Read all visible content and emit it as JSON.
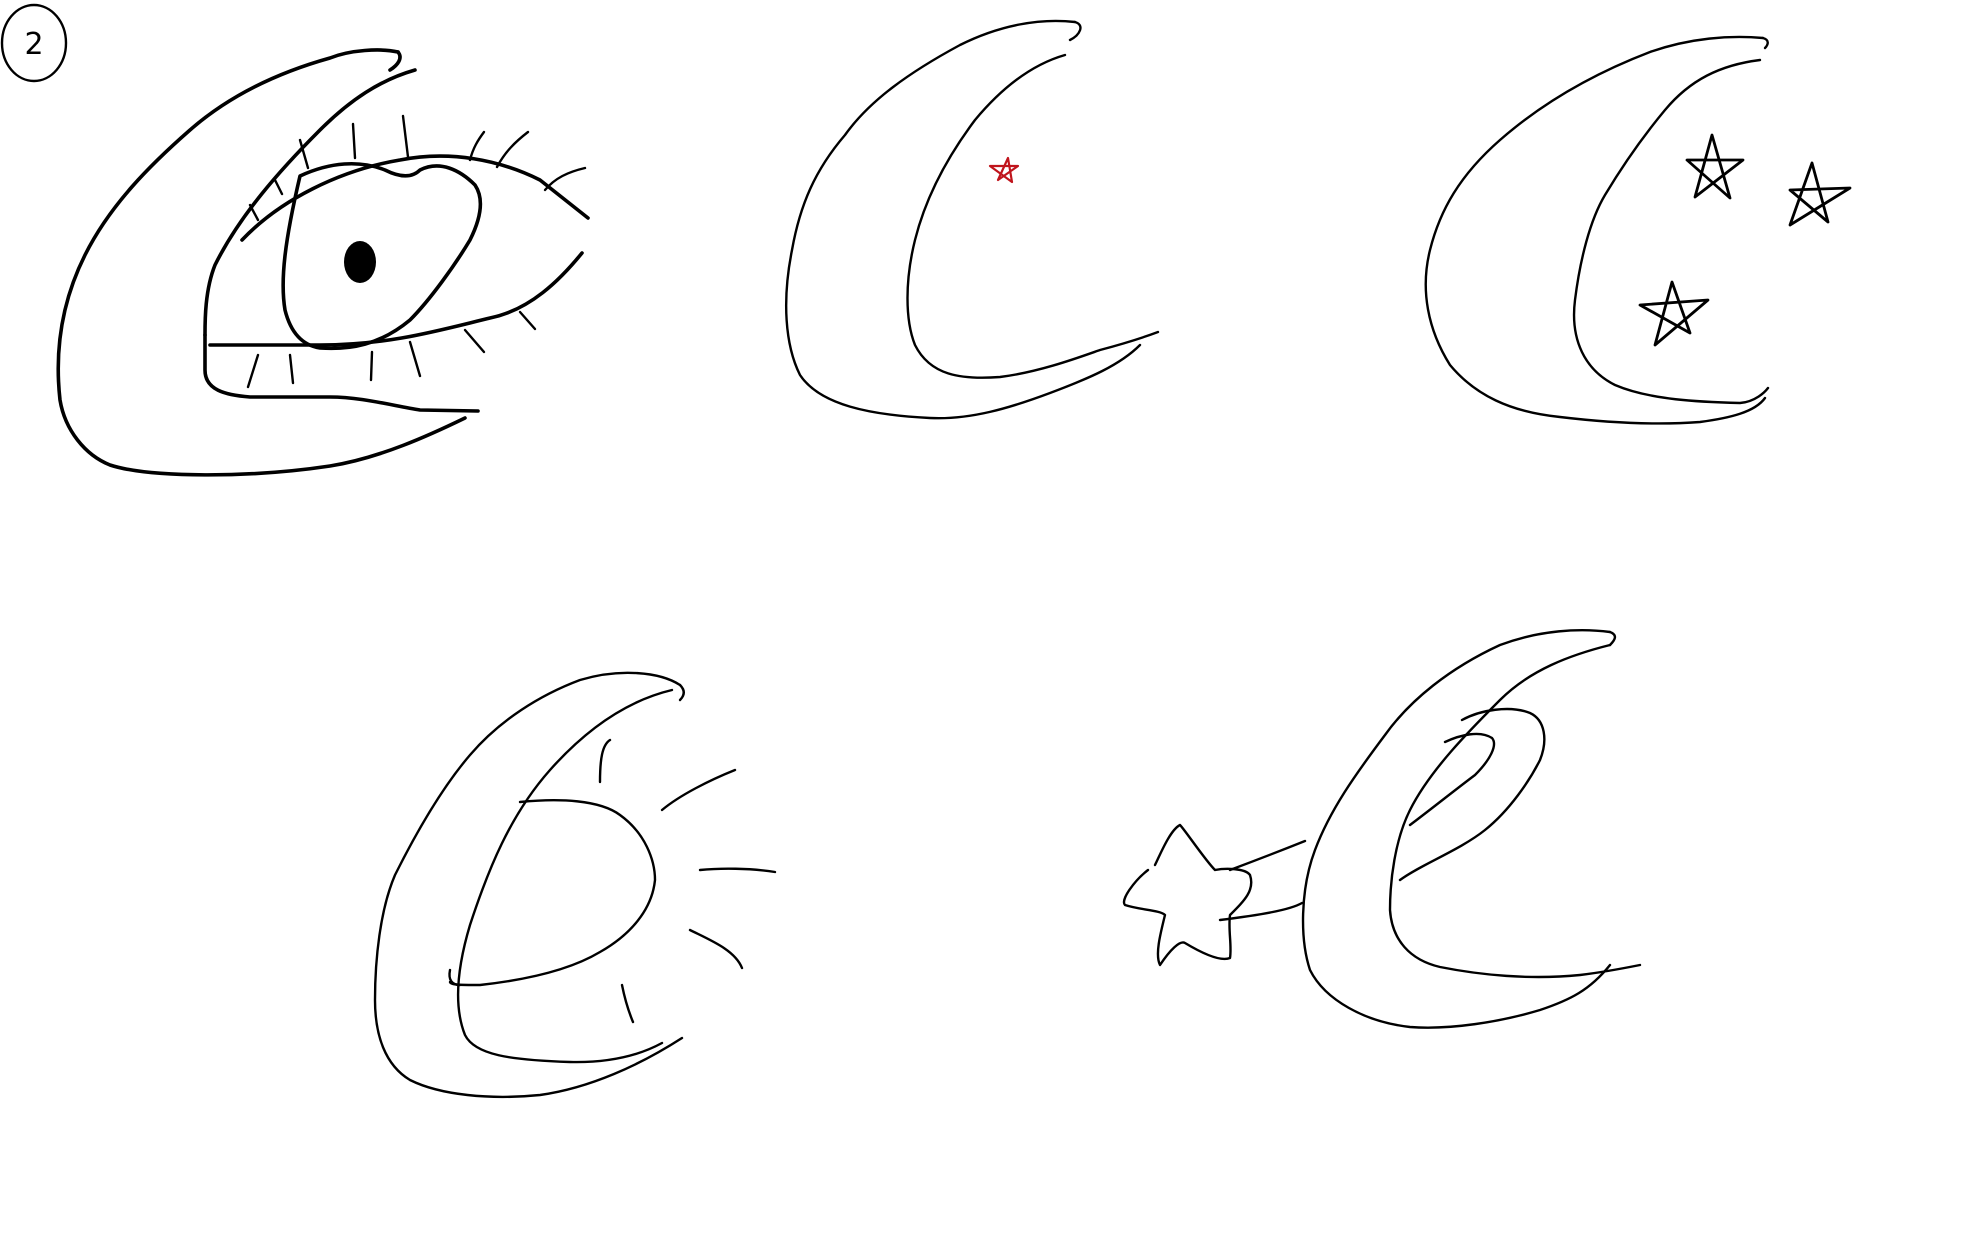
{
  "canvas": {
    "background": "#ffffff",
    "ink_color": "#000000",
    "accent_color": "#c0141c"
  },
  "page_number": "2",
  "sketches": [
    {
      "id": "eye-in-crescent",
      "icon": "crescent-moon-with-eye"
    },
    {
      "id": "plain-crescent",
      "icon": "crescent-moon-with-small-red-star"
    },
    {
      "id": "crescent-with-stars",
      "icon": "crescent-moon-with-three-stars"
    },
    {
      "id": "crescent-with-sun",
      "icon": "crescent-moon-with-radiating-sun"
    },
    {
      "id": "crescent-shooting-star",
      "icon": "crescent-moon-with-shooting-star"
    }
  ]
}
